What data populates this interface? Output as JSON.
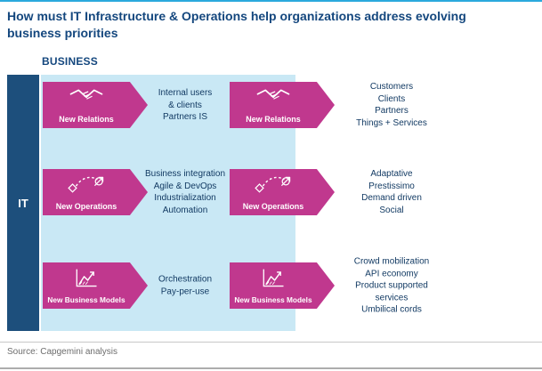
{
  "header": {
    "title": "How must IT Infrastructure & Operations help organizations address evolving business priorities"
  },
  "labels": {
    "business": "BUSINESS",
    "it": "IT"
  },
  "rows": [
    {
      "label": "New Relations",
      "icon": "handshake-icon",
      "middle": "Internal users\n& clients\nPartners IS",
      "right": "Customers\nClients\nPartners\nThings + Services"
    },
    {
      "label": "New Operations",
      "icon": "dashed-arrow-icon",
      "middle": "Business integration\nAgile & DevOps\nIndustrialization\nAutomation",
      "right": "Adaptative\nPrestissimo\nDemand driven\nSocial"
    },
    {
      "label": "New Business Models",
      "icon": "growth-chart-icon",
      "middle": "Orchestration\nPay-per-use",
      "right": "Crowd mobilization\nAPI economy\nProduct supported\nservices\nUmbilical cords"
    }
  ],
  "footer": {
    "source": "Source: Capgemini analysis"
  },
  "colors": {
    "accent_magenta": "#c0388e",
    "navy_text": "#123a63",
    "title_blue": "#14477e",
    "panel_blue": "#c9e8f5",
    "it_bar_blue": "#1d4f7c",
    "top_line_blue": "#2aa9dd"
  }
}
